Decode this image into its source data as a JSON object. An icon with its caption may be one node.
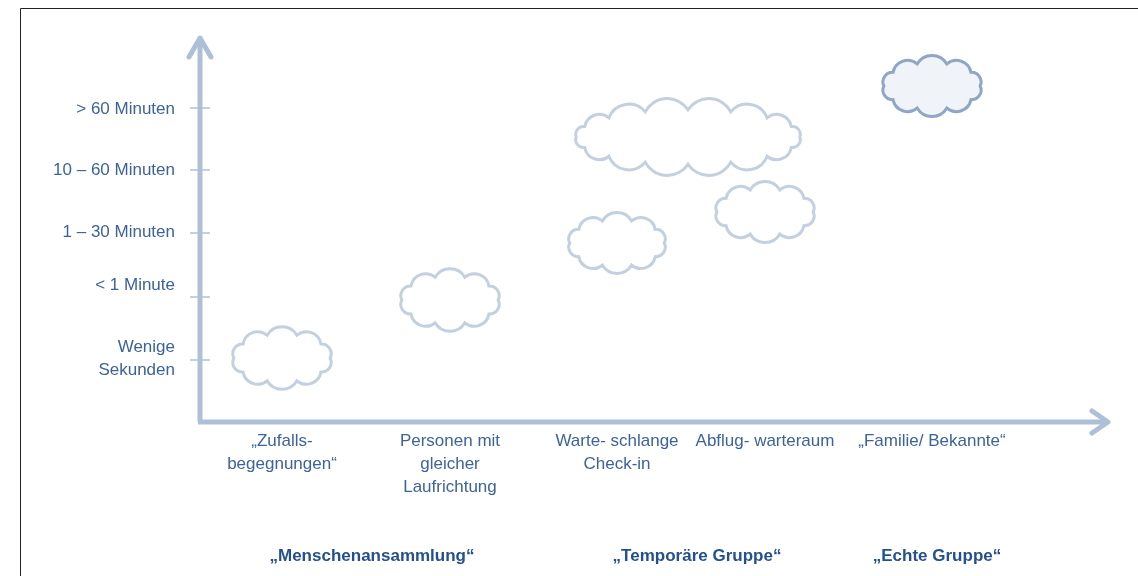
{
  "diagram": {
    "nodes": [
      {
        "text": [],
        "shape": "cloud"
      },
      {
        "text": [],
        "shape": "cloud"
      },
      {
        "text": [],
        "shape": "cloud"
      },
      {
        "text": [],
        "shape": "cloud"
      },
      {
        "text": [],
        "shape": "cloud"
      },
      {
        "text": [],
        "shape": "cloud"
      }
    ],
    "edges": [],
    "labels": [
      "> 60 Minuten",
      "10 – 60 Minuten",
      "1 – 30 Minuten",
      "< 1 Minute",
      "Wenige Sekunden",
      "„Zufalls- begegnungen“",
      "Personen mit gleicher Laufrichtung",
      "Warte- schlange Check-in",
      "Abflug- warteraum",
      "„Familie/ Bekannte“",
      "„Menschenansammlung“",
      "„Temporäre Gruppe“",
      "„Echte Gruppe“"
    ]
  }
}
